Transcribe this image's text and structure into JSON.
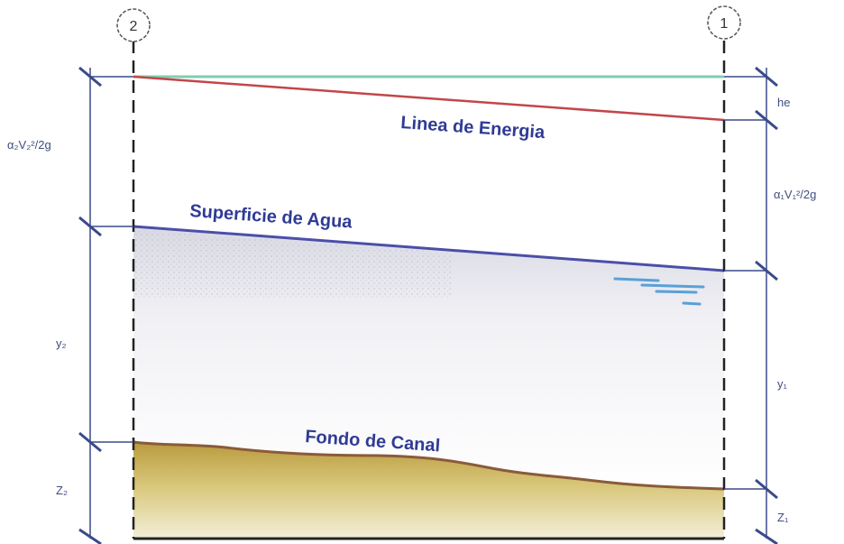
{
  "sections": {
    "left": "2",
    "right": "1"
  },
  "labels": {
    "energy_line": "Linea de Energia",
    "water_surface": "Superficie de Agua",
    "channel_bottom": "Fondo de Canal"
  },
  "dimensions": {
    "left_velocity_head": "α₂V₂²/2g",
    "left_depth": "y₂",
    "left_elevation": "Z₂",
    "right_loss": "he",
    "right_velocity_head": "α₁V₁²/2g",
    "right_depth": "y₁",
    "right_elevation": "Z₁"
  },
  "colors": {
    "datum_line": "#7fcfb0",
    "energy_line": "#c2464a",
    "water_surface": "#4b4fa8",
    "bed_fill": "#c9b25a",
    "bed_line": "#8b5a3a",
    "dimension": "#3a4a8a"
  }
}
